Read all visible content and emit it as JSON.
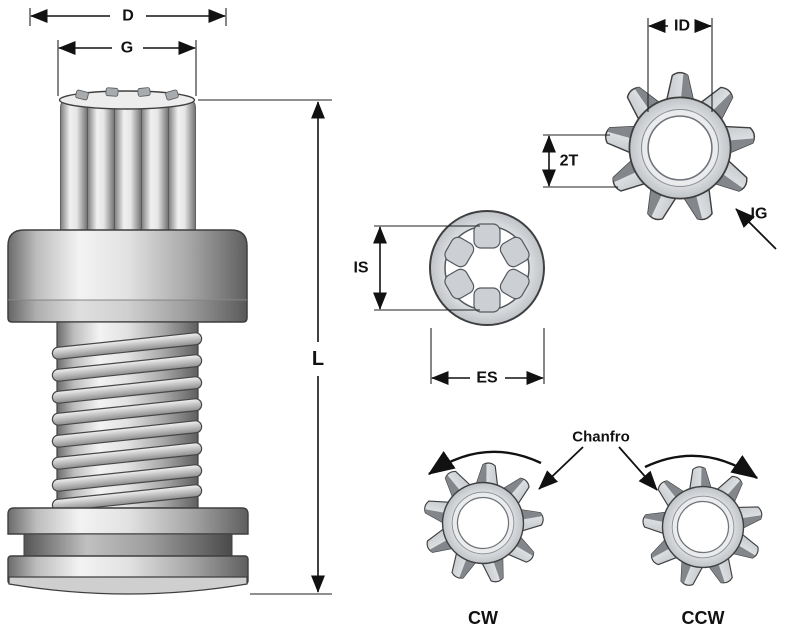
{
  "diagram": {
    "labels": {
      "outer_diameter": "D",
      "gear_width": "G",
      "total_length": "L",
      "inner_diameter": "ID",
      "two_teeth": "2T",
      "gear_diagonal": "IG",
      "internal_spline": "IS",
      "external_spline": "ES",
      "clockwise": "CW",
      "counter_clockwise": "CCW",
      "chamfer": "Chanfro"
    },
    "colors": {
      "line": "#111111",
      "metal_light": "#f3f3f3",
      "metal_dark": "#5f5f5f",
      "background": "#ffffff"
    }
  }
}
